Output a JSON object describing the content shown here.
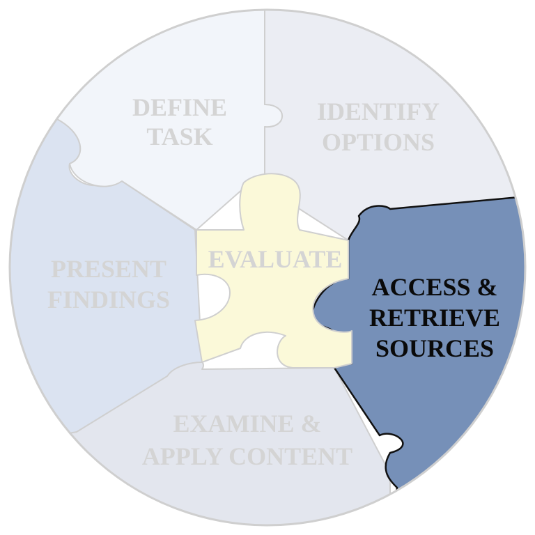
{
  "segments": {
    "define_task": {
      "line1": "DEFINE",
      "line2": "TASK"
    },
    "identify_options": {
      "line1": "IDENTIFY",
      "line2": "OPTIONS"
    },
    "access_retrieve": {
      "line1": "ACCESS &",
      "line2": "RETRIEVE",
      "line3": "SOURCES"
    },
    "examine_apply": {
      "line1": "EXAMINE &",
      "line2": "APPLY CONTENT"
    },
    "present_findings": {
      "line1": "PRESENT",
      "line2": "FINDINGS"
    },
    "evaluate": {
      "line1": "EVALUATE"
    }
  },
  "highlighted_segment": "access_retrieve",
  "colors": {
    "define_task_fill": "#f2f5fa",
    "identify_options_fill": "#ebedf3",
    "access_retrieve_fill": "#7690b8",
    "examine_apply_fill": "#e3e6ee",
    "present_findings_fill": "#dbe3f1",
    "evaluate_fill": "#fbf9d9",
    "faded_text": "#d4d4d4",
    "active_text": "#0a0a0a",
    "outline": "#cfcfcf",
    "active_outline": "#111111"
  }
}
